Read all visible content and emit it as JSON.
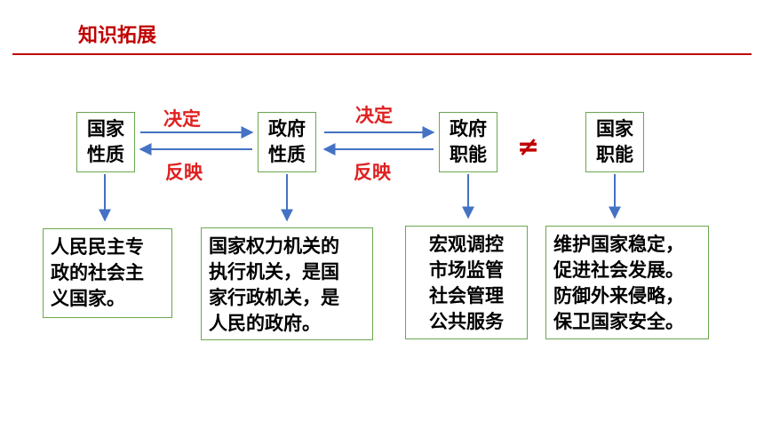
{
  "header": {
    "title": "知识拓展"
  },
  "top_boxes": [
    {
      "line1": "国家",
      "line2": "性质"
    },
    {
      "line1": "政府",
      "line2": "性质"
    },
    {
      "line1": "政府",
      "line2": "职能"
    },
    {
      "line1": "国家",
      "line2": "职能"
    }
  ],
  "arrow_labels": {
    "decide_1": "决定",
    "reflect_1": "反映",
    "decide_2": "决定",
    "reflect_2": "反映",
    "not_equal": "≠"
  },
  "bottom_boxes": [
    {
      "lines": [
        "人民民主专",
        "政的社会主",
        "义国家。"
      ]
    },
    {
      "lines": [
        "国家权力机关的",
        "执行机关，是国",
        "家行政机关，是",
        "人民的政府。"
      ]
    },
    {
      "lines": [
        "宏观调控",
        "市场监管",
        "社会管理",
        "公共服务"
      ]
    },
    {
      "lines": [
        "维护国家稳定，",
        "促进社会发展。",
        "防御外来侵略，",
        "保卫国家安全。"
      ]
    }
  ],
  "colors": {
    "accent": "#c00000",
    "label_red": "#e02020",
    "arrow": "#4472c4",
    "box_border": "#6aa84f"
  }
}
